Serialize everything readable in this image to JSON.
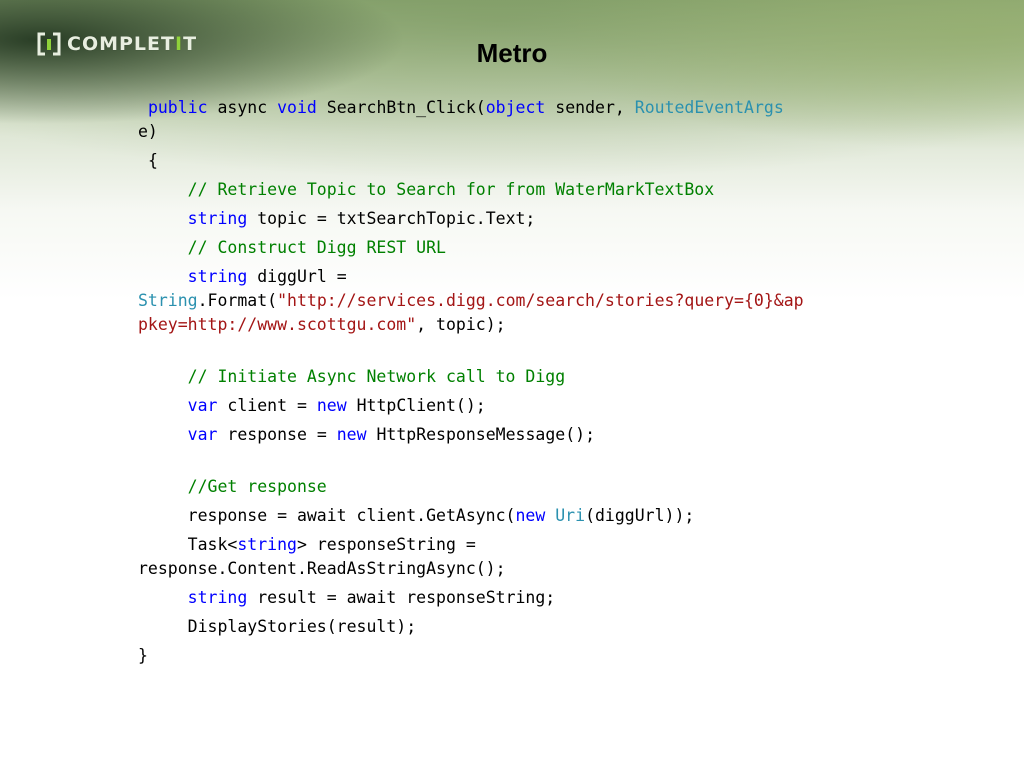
{
  "header": {
    "logo_text_main": "COMPLET",
    "logo_text_accent": "I",
    "logo_text_tail": "T",
    "title": "Metro",
    "accent_color": "#8fd23a"
  },
  "code": {
    "l1_kw1": "public",
    "l1_kw2": "async",
    "l1_kw3": "void",
    "l1_t1": "SearchBtn_Click(",
    "l1_kw4": "object",
    "l1_t2": "sender,",
    "l1_ty1": "RoutedEventArgs",
    "l2": "e)",
    "l3": "{",
    "l4_comment": "// Retrieve Topic to Search for from WaterMarkTextBox",
    "l5_kw": "string",
    "l5_t": "topic = txtSearchTopic.Text;",
    "l6_comment": "// Construct Digg REST URL",
    "l7_kw": "string",
    "l7_t": "diggUrl =",
    "l8_ty": "String",
    "l8_t": ".Format(",
    "l8_str": "\"http://services.digg.com/search/stories?query={0}&ap",
    "l9_str": "pkey=http://www.scottgu.com\"",
    "l9_t": ", topic);",
    "l10_comment": "// Initiate Async Network call to Digg",
    "l11_kw1": "var",
    "l11_t1": "client =",
    "l11_kw2": "new",
    "l11_t2": "HttpClient();",
    "l12_kw1": "var",
    "l12_t1": "response =",
    "l12_kw2": "new",
    "l12_t2": "HttpResponseMessage();",
    "l13_comment": "//Get response",
    "l14_t1": "response = await client.GetAsync(",
    "l14_kw": "new",
    "l14_ty": "Uri",
    "l14_t2": "(diggUrl));",
    "l15_t1": "Task<",
    "l15_kw": "string",
    "l15_t2": "> responseString =",
    "l16": "response.Content.ReadAsStringAsync();",
    "l17_kw": "string",
    "l17_t": "result = await responseString;",
    "l18": "DisplayStories(result);",
    "l19": "}"
  }
}
